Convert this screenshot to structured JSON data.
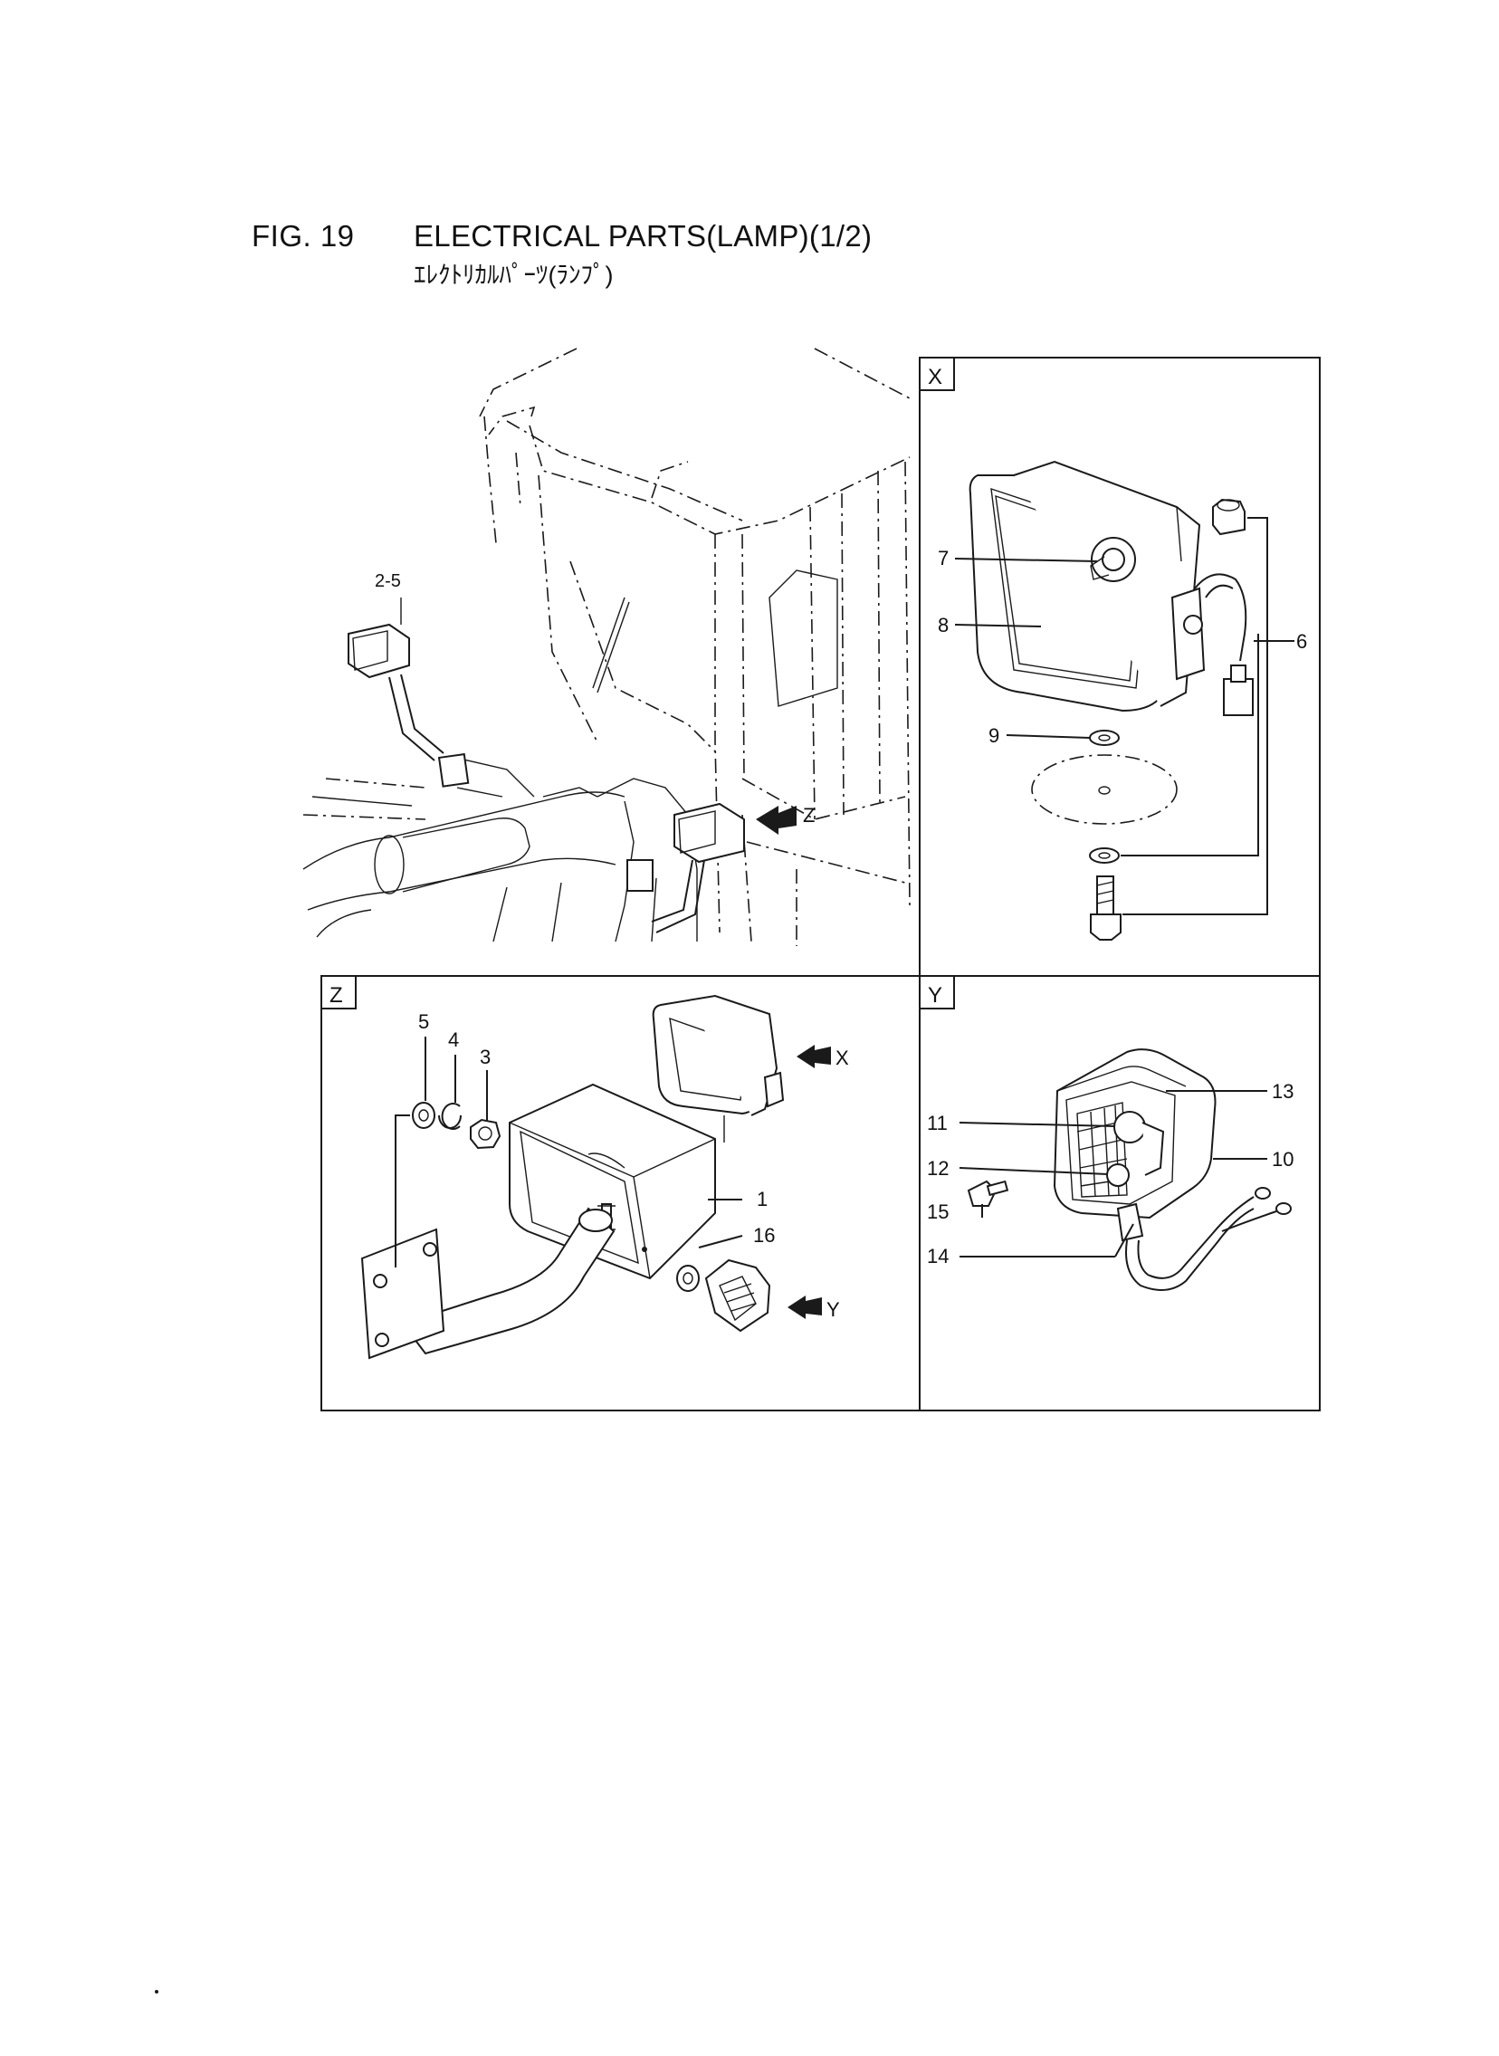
{
  "header": {
    "fig_number": "FIG. 19",
    "title": "ELECTRICAL PARTS(LAMP)(1/2)",
    "subtitle": "ｴﾚｸﾄﾘｶﾙﾊﾟｰﾂ(ﾗﾝﾌﾟ)"
  },
  "panels": {
    "x": {
      "tag": "X"
    },
    "z": {
      "tag": "Z"
    },
    "y": {
      "tag": "Y"
    }
  },
  "overview": {
    "callout_2_5": "2-5",
    "view_arrow_z": "Z"
  },
  "detail_x": {
    "labels": {
      "p6": "6",
      "p7": "7",
      "p8": "8",
      "p9": "9"
    }
  },
  "detail_z": {
    "labels": {
      "p1": "1",
      "p3": "3",
      "p4": "4",
      "p5": "5",
      "p16": "16"
    },
    "view_arrow_x": "X",
    "view_arrow_y": "Y"
  },
  "detail_y": {
    "labels": {
      "p10": "10",
      "p11": "11",
      "p12": "12",
      "p13": "13",
      "p14": "14",
      "p15": "15"
    }
  }
}
